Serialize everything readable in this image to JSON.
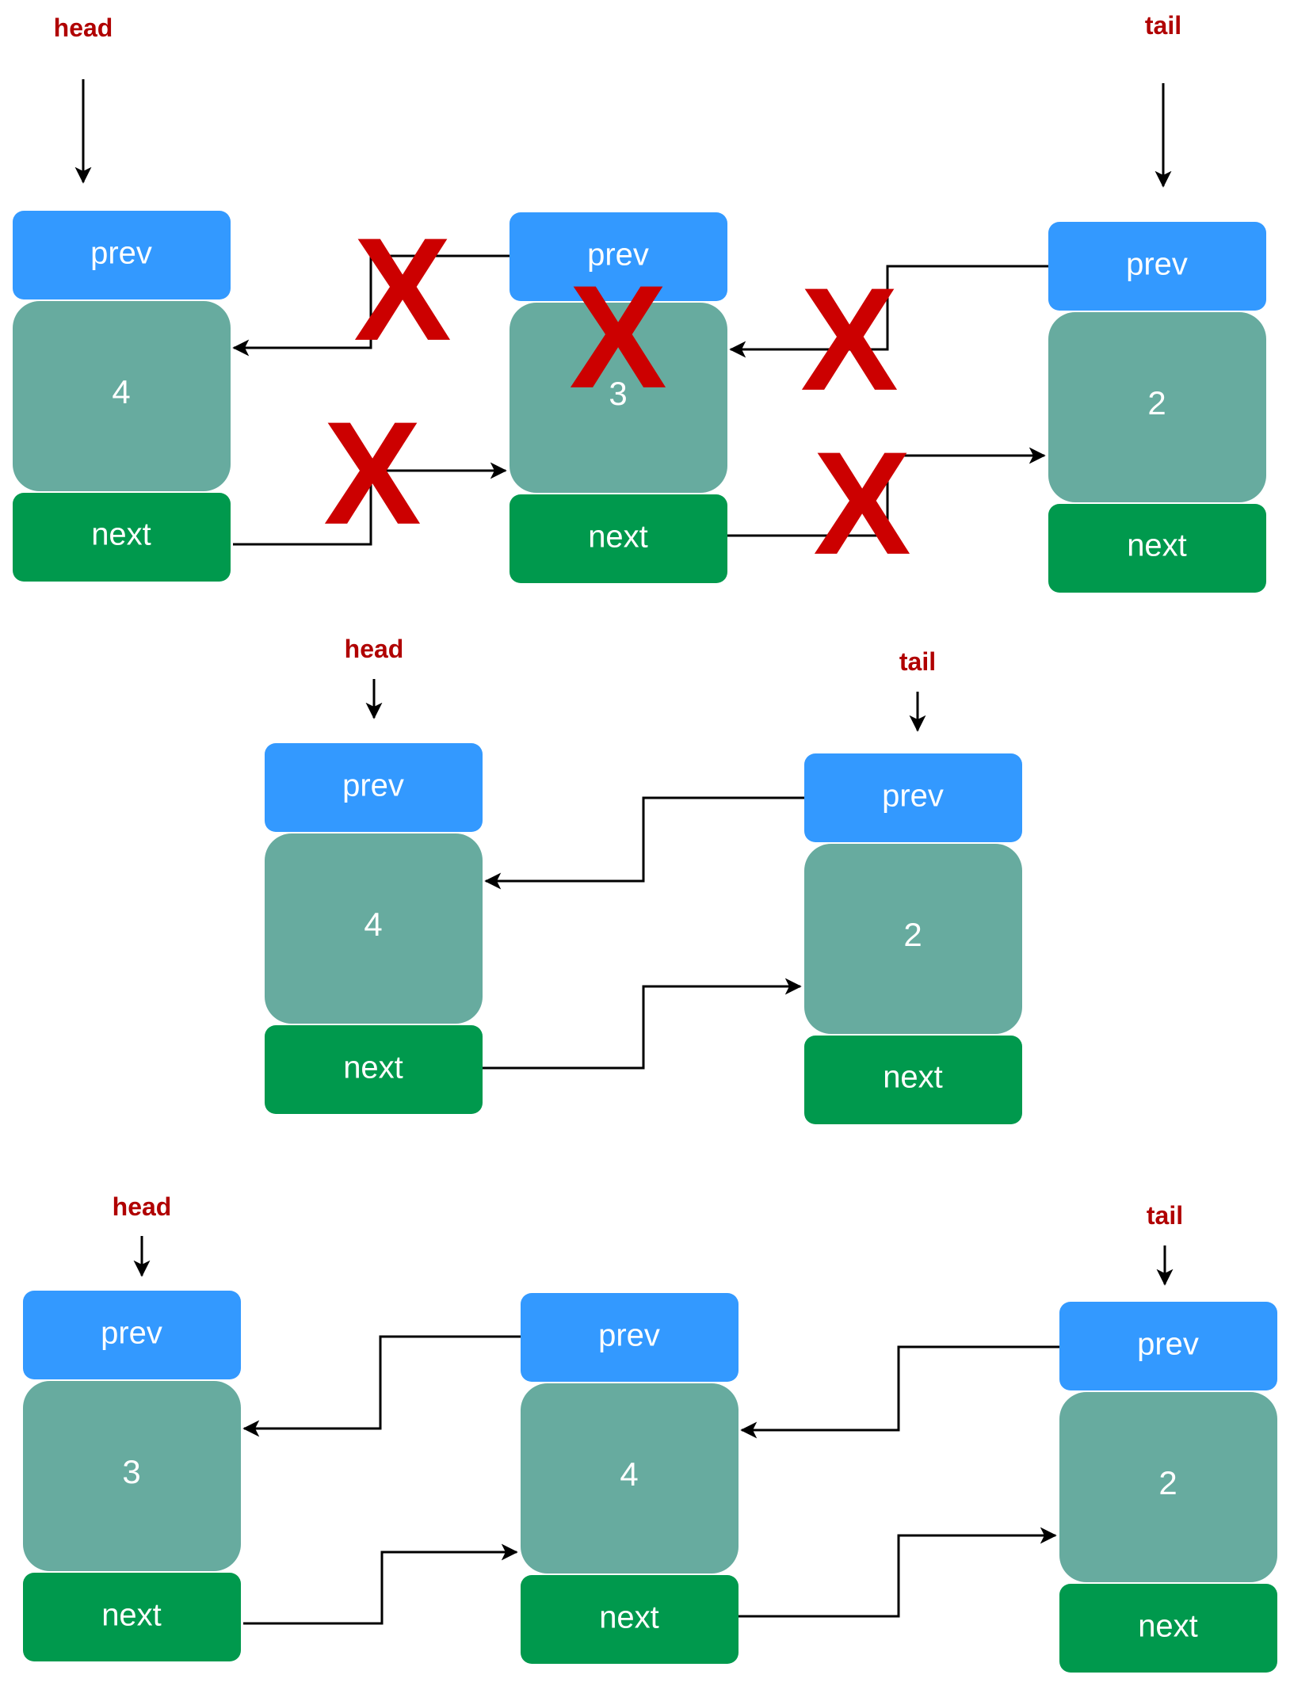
{
  "labels": {
    "prev": "prev",
    "next": "next",
    "head": "head",
    "tail": "tail",
    "removed": "X"
  },
  "colors": {
    "prev": "#3399ff",
    "value": "#67ab9f",
    "next": "#00994d",
    "pointer_text": "#b00000",
    "cross": "#cc0000",
    "arrow": "#000000"
  },
  "diagrams": [
    {
      "id": "before",
      "nodes": [
        {
          "value": "4"
        },
        {
          "value": "3"
        },
        {
          "value": "2"
        }
      ],
      "head": "4",
      "tail": "2",
      "removed_links": [
        "4.next→3",
        "3.prev→4",
        "3.next→2",
        "2.prev→3",
        "node 3"
      ]
    },
    {
      "id": "after-removal",
      "nodes": [
        {
          "value": "4"
        },
        {
          "value": "2"
        }
      ],
      "head": "4",
      "tail": "2"
    },
    {
      "id": "after-insert-front",
      "nodes": [
        {
          "value": "3"
        },
        {
          "value": "4"
        },
        {
          "value": "2"
        }
      ],
      "head": "3",
      "tail": "2"
    }
  ]
}
